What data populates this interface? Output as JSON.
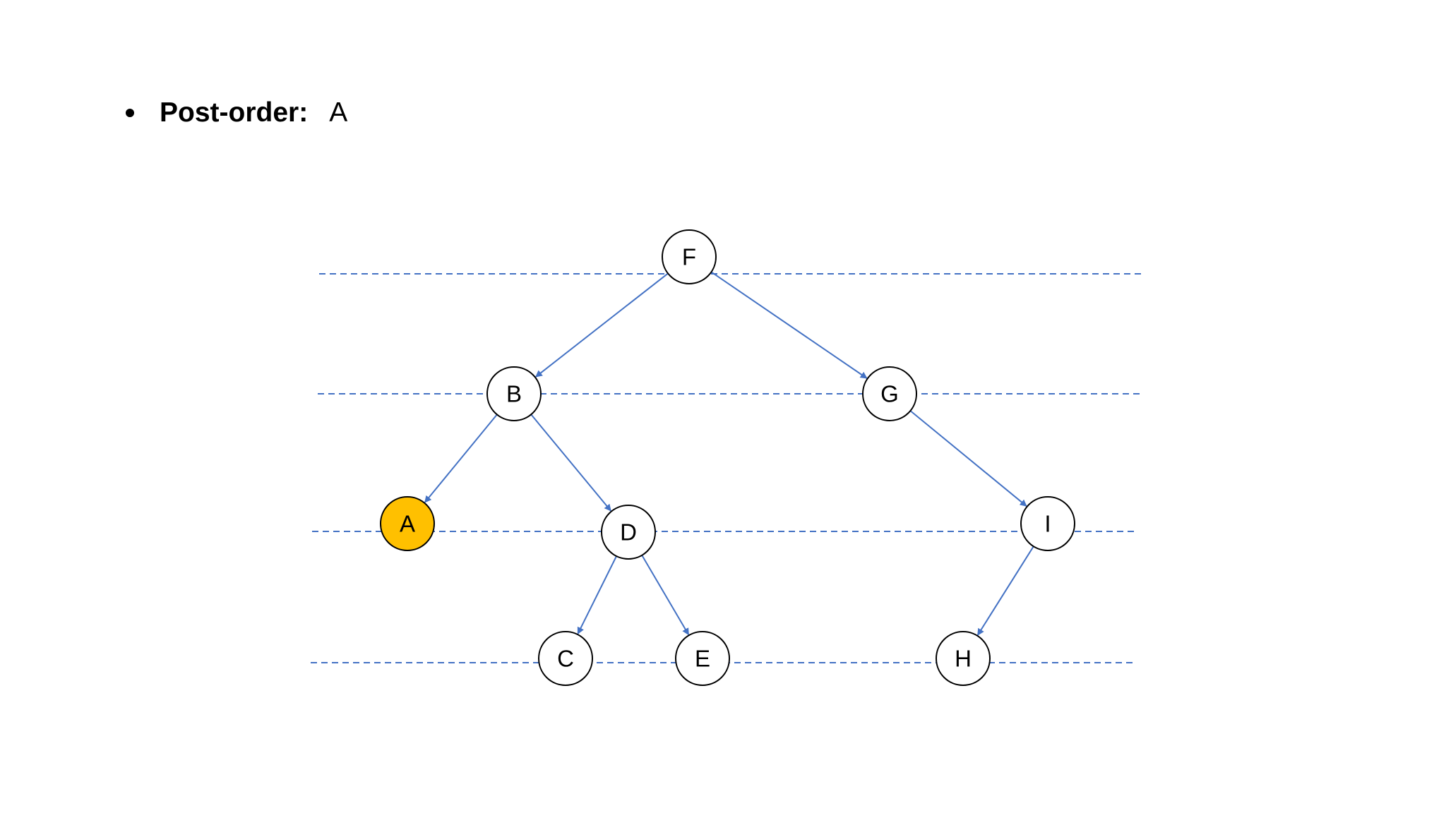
{
  "heading": {
    "label": "Post-order:",
    "value": "A"
  },
  "colors": {
    "edge": "#4472C4",
    "level_line": "#4472C4",
    "node_fill": "#FFFFFF",
    "node_highlight": "#FFC000",
    "node_stroke": "#000000"
  },
  "tree": {
    "nodes": [
      {
        "id": "F",
        "label": "F",
        "highlighted": false
      },
      {
        "id": "B",
        "label": "B",
        "highlighted": false
      },
      {
        "id": "G",
        "label": "G",
        "highlighted": false
      },
      {
        "id": "A",
        "label": "A",
        "highlighted": true
      },
      {
        "id": "D",
        "label": "D",
        "highlighted": false
      },
      {
        "id": "I",
        "label": "I",
        "highlighted": false
      },
      {
        "id": "C",
        "label": "C",
        "highlighted": false
      },
      {
        "id": "E",
        "label": "E",
        "highlighted": false
      },
      {
        "id": "H",
        "label": "H",
        "highlighted": false
      }
    ],
    "edges": [
      {
        "from": "F",
        "to": "B"
      },
      {
        "from": "F",
        "to": "G"
      },
      {
        "from": "B",
        "to": "A"
      },
      {
        "from": "B",
        "to": "D"
      },
      {
        "from": "G",
        "to": "I"
      },
      {
        "from": "D",
        "to": "C"
      },
      {
        "from": "D",
        "to": "E"
      },
      {
        "from": "I",
        "to": "H"
      }
    ]
  }
}
